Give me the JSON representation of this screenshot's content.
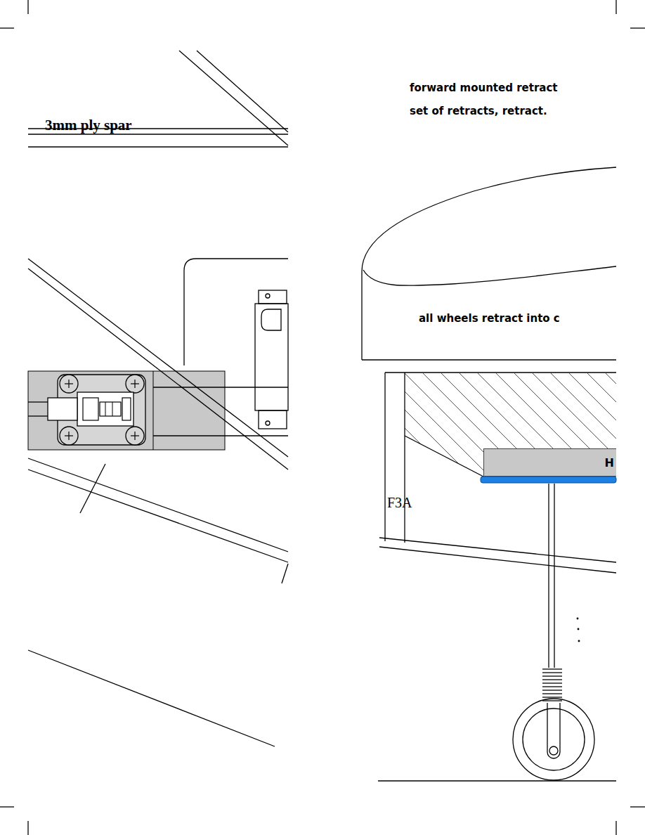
{
  "diagram": {
    "nodes": [
      {
        "text": [
          "all wheels retract into c"
        ]
      },
      {
        "text": [
          "H"
        ]
      }
    ],
    "labels": [
      "3mm ply spar",
      "forward mounted retract",
      "set of retracts, retract.",
      "F3A"
    ]
  }
}
